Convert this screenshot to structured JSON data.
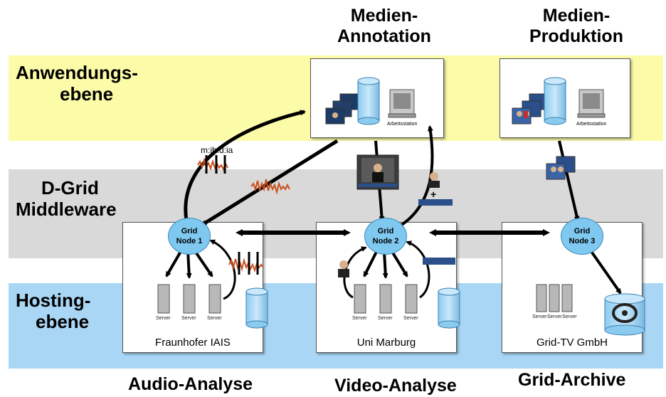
{
  "layers": {
    "application": {
      "label_line1": "Anwendungs-",
      "label_line2": "ebene",
      "color": "#fbfba8"
    },
    "middleware": {
      "label_line1": "D-Grid",
      "label_line2": "Middleware",
      "color": "#d9d9d9"
    },
    "hosting": {
      "label_line1": "Hosting-",
      "label_line2": "ebene",
      "color": "#a9d6f5"
    }
  },
  "headings": {
    "annotation_line1": "Medien-",
    "annotation_line2": "Annotation",
    "production_line1": "Medien-",
    "production_line2": "Produktion"
  },
  "bottom_labels": {
    "audio": "Audio-Analyse",
    "video": "Video-Analyse",
    "archive": "Grid-Archive"
  },
  "hosts": {
    "fraunhofer": "Fraunhofer IAIS",
    "marburg": "Uni Marburg",
    "gridtv": "Grid-TV GmbH"
  },
  "nodes": {
    "node1_line1": "Grid",
    "node1_line2": "Node 1",
    "node2_line1": "Grid",
    "node2_line2": "Node 2",
    "node3_line1": "Grid",
    "node3_line2": "Node 3"
  },
  "server_label": "Server",
  "workstation_label": "Arbeitsstation",
  "audio_code": "m:ih:d:ia",
  "colors": {
    "node_fill": "#7fc8ef",
    "db_fill": "#a9d6f5",
    "waveform": "#c8501e",
    "arrow": "#000000"
  }
}
